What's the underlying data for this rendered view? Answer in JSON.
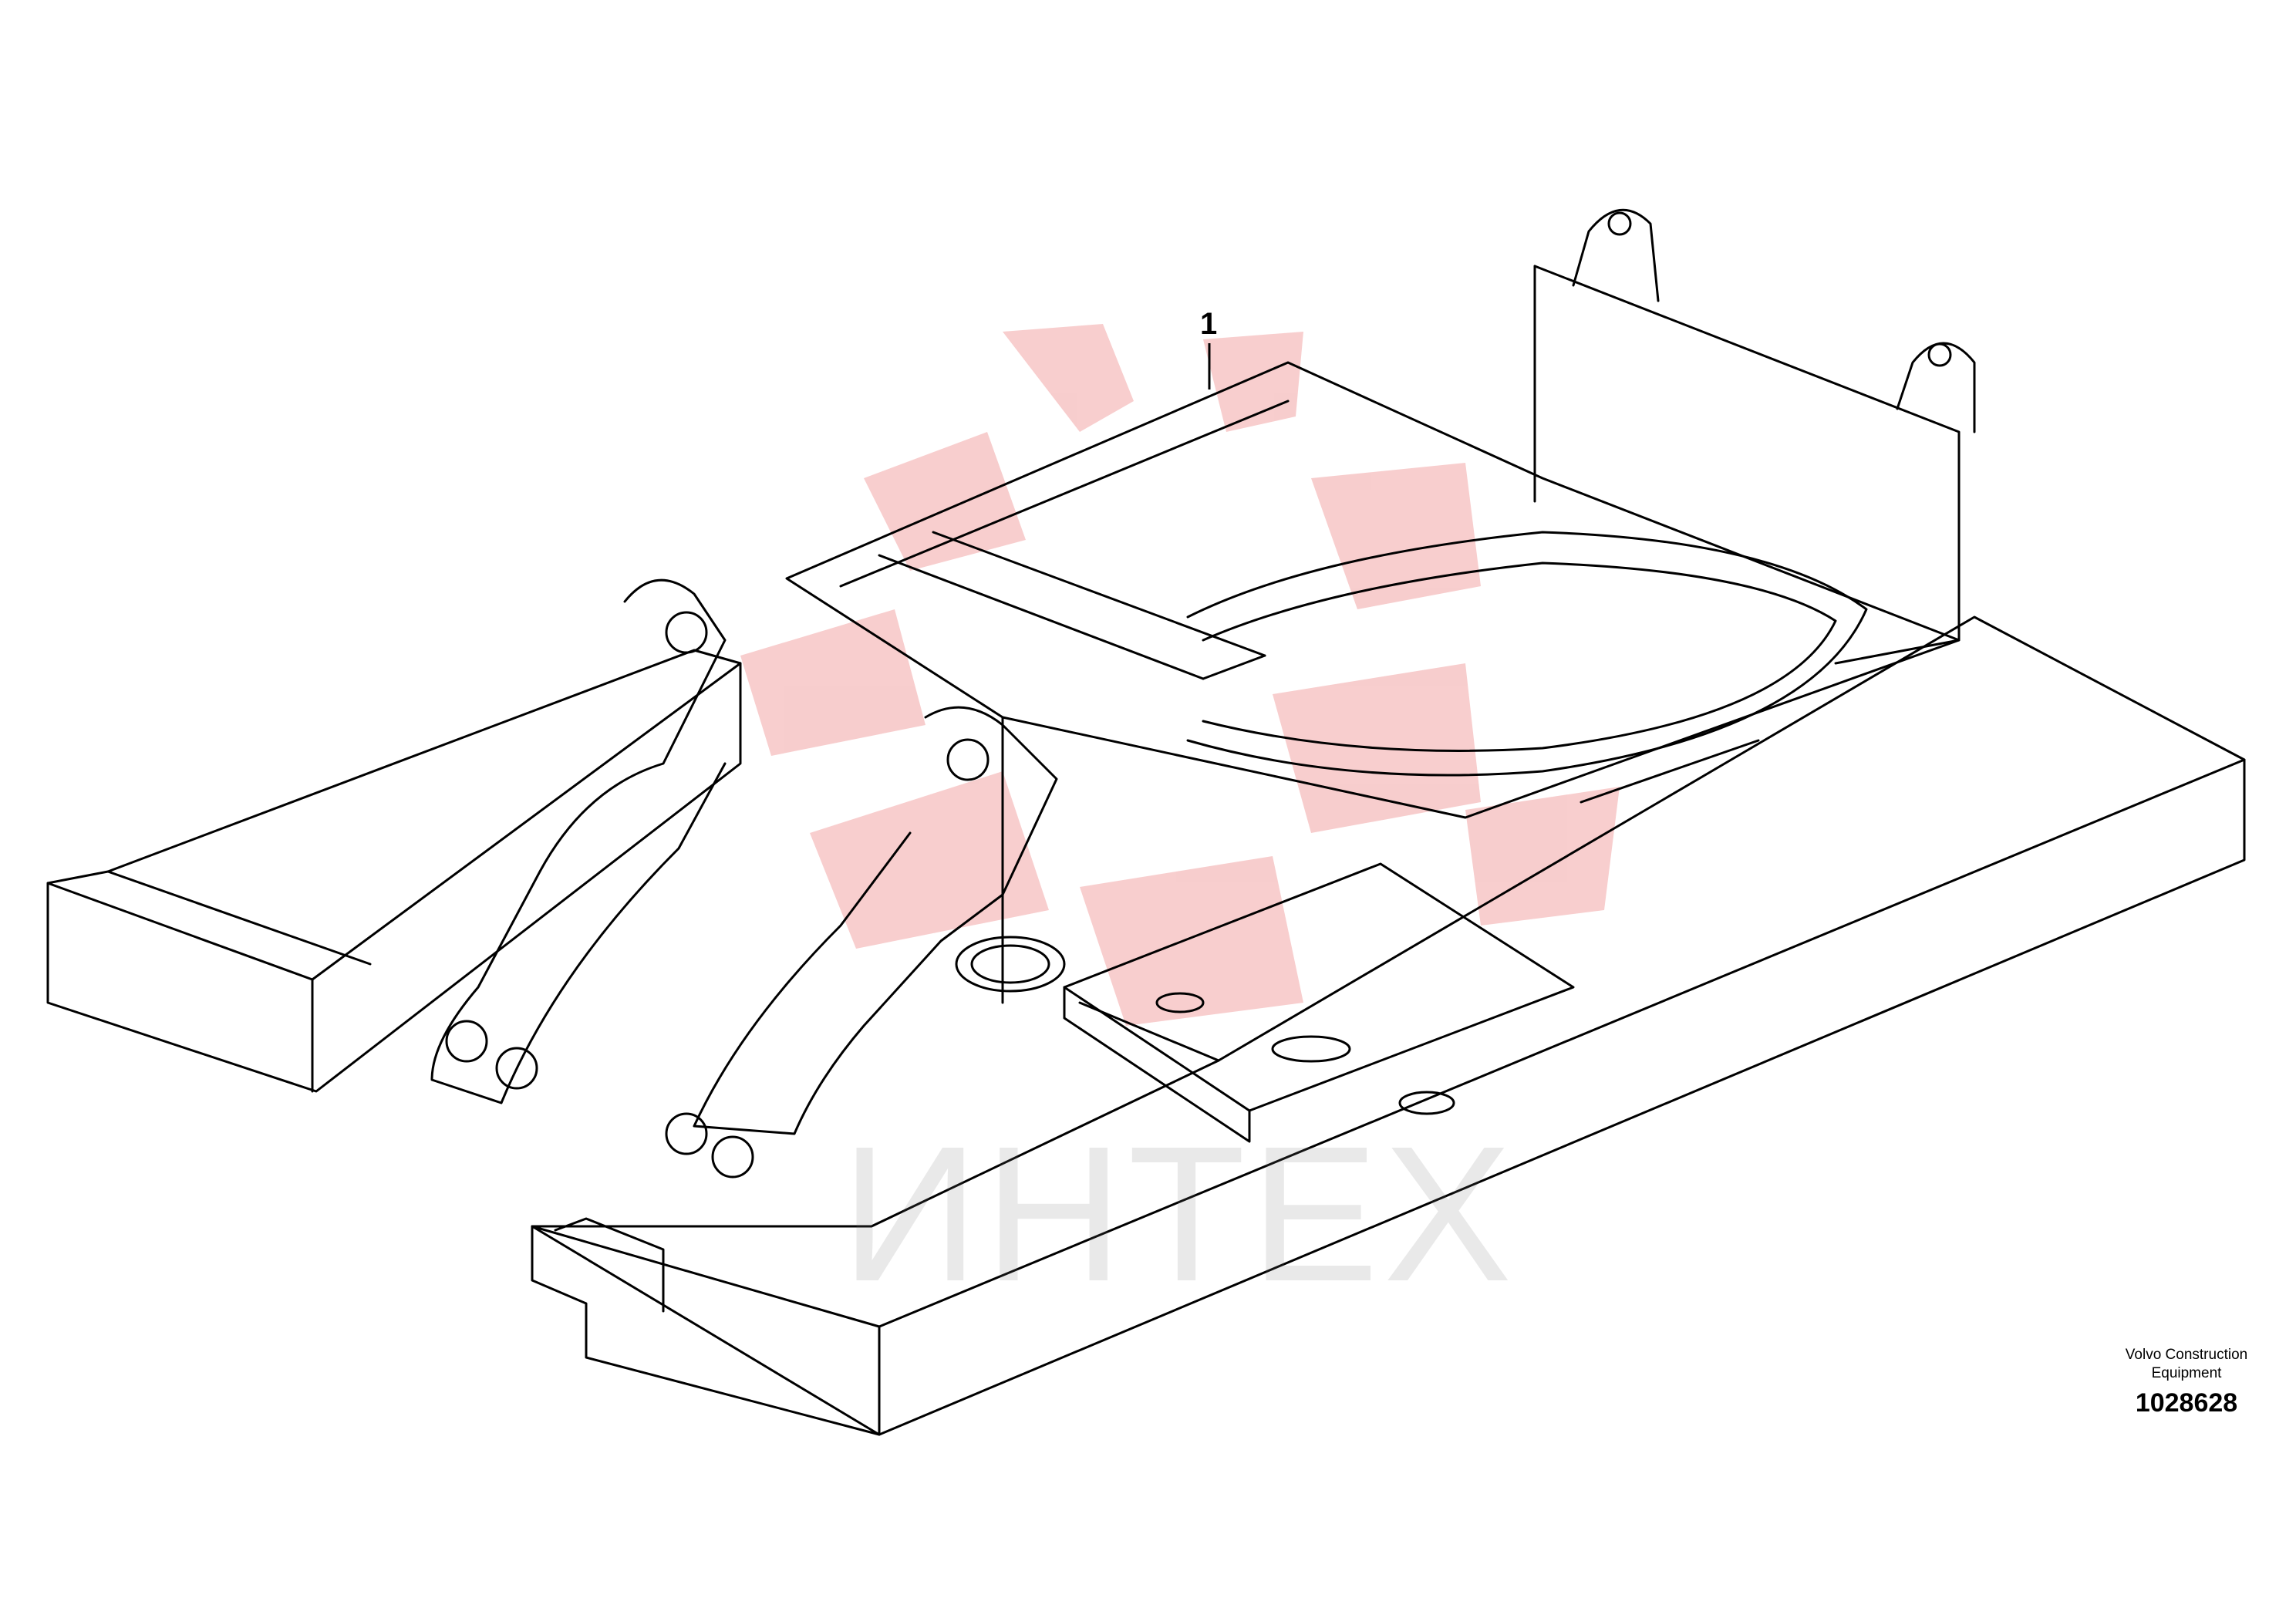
{
  "diagram": {
    "callouts": [
      {
        "label": "1"
      }
    ],
    "manufacturer": "Volvo Construction Equipment",
    "part_number": "1028628",
    "watermark": "ИНТЕХ"
  },
  "colors": {
    "line": "#000000",
    "logo_watermark": "#f2a6a6",
    "text_watermark": "#b0b0b0"
  }
}
